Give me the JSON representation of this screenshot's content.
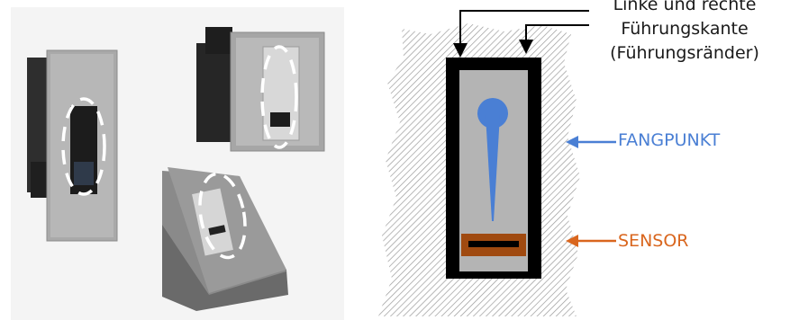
{
  "labels": {
    "guide_edges": [
      "Linke und rechte",
      "Führungskante",
      "(Führungsränder)"
    ],
    "catch_point": "FANGPUNKT",
    "sensor": "SENSOR"
  },
  "colors": {
    "catch_point": "#4a7fd4",
    "sensor": "#d9661e",
    "sensor_body": "#a04a10",
    "frame": "#000000",
    "plate": "#b4b4b4",
    "hatch": "#9a9a9a"
  },
  "icons": [
    "fingerprint-reader-flush-icon",
    "fingerprint-reader-module-icon",
    "fingerprint-reader-desktop-icon"
  ]
}
